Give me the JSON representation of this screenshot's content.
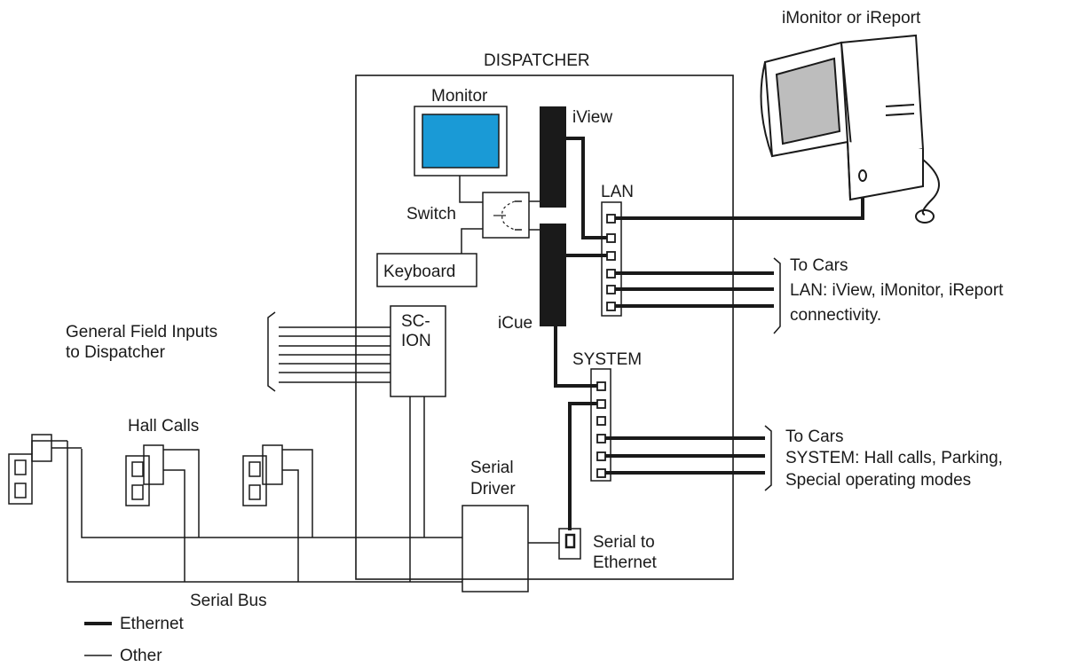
{
  "labels": {
    "dispatcher": "DISPATCHER",
    "monitor": "Monitor",
    "iview": "iView",
    "lan": "LAN",
    "switch": "Switch",
    "keyboard": "Keyboard",
    "icue": "iCue",
    "sc_ion_1": "SC-",
    "sc_ion_2": "ION",
    "system": "SYSTEM",
    "serial_driver_1": "Serial",
    "serial_driver_2": "Driver",
    "serial_eth_1": "Serial to",
    "serial_eth_2": "Ethernet",
    "hall_calls": "Hall Calls",
    "serial_bus": "Serial Bus",
    "imonitor": "iMonitor or iReport",
    "field_inputs_1": "General Field Inputs",
    "field_inputs_2": "to Dispatcher",
    "to_cars_lan_1": "To Cars",
    "to_cars_lan_2": "LAN: iView, iMonitor, iReport",
    "to_cars_lan_3": "connectivity.",
    "to_cars_sys_1": "To Cars",
    "to_cars_sys_2": "SYSTEM: Hall calls, Parking,",
    "to_cars_sys_3": "Special operating modes"
  },
  "legend": [
    {
      "label": "Ethernet",
      "style": "thick"
    },
    {
      "label": "Other",
      "style": "thin"
    }
  ],
  "colors": {
    "line": "#1a1a1a",
    "screen": "#1a9ad6",
    "monitor_gray": "#bdbdbd"
  }
}
